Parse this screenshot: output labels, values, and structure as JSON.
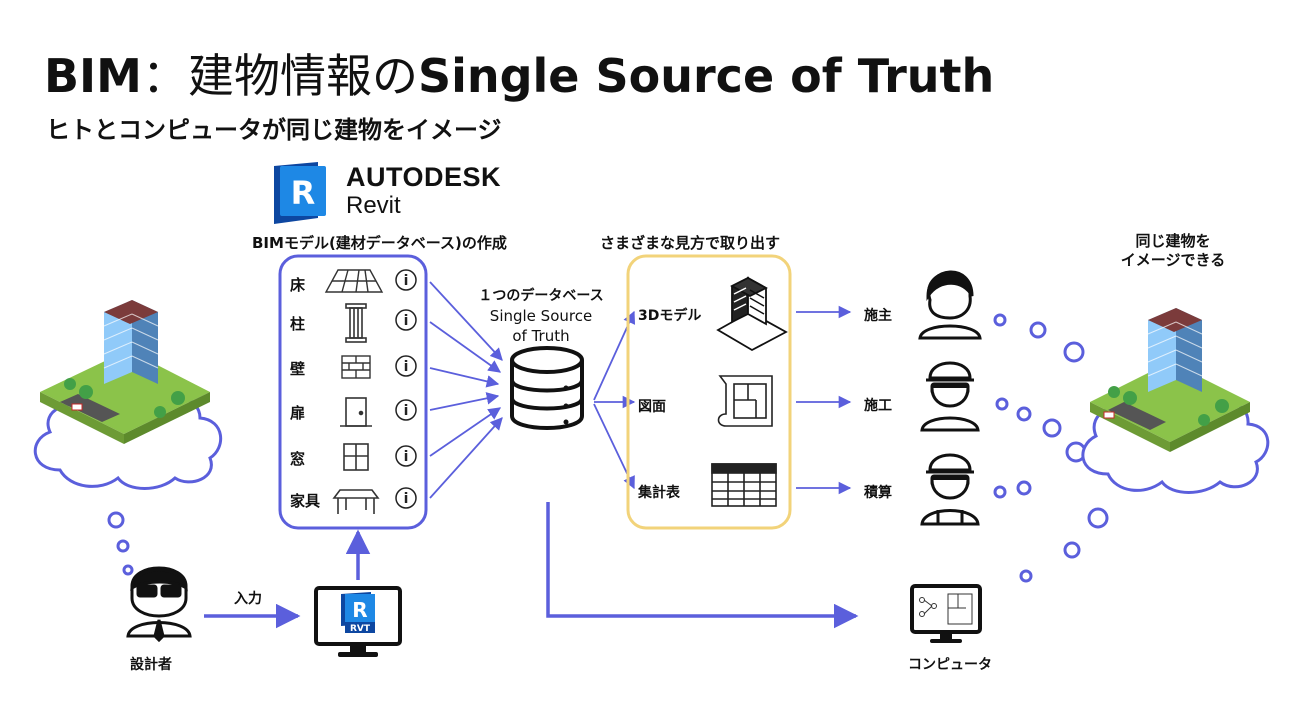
{
  "title": {
    "bim": "BIM",
    "colon": "：",
    "jp": "建物情報の",
    "en": "Single Source of Truth"
  },
  "subtitle": "ヒトとコンピュータが同じ建物をイメージ",
  "brand": {
    "line1": "AUTODESK",
    "line2": "Revit",
    "logo_letter": "R"
  },
  "model_label": "BIMモデル(建材データベース)の作成",
  "elements": [
    {
      "label": "床",
      "icon": "floor-icon"
    },
    {
      "label": "柱",
      "icon": "column-icon"
    },
    {
      "label": "壁",
      "icon": "wall-icon"
    },
    {
      "label": "扉",
      "icon": "door-icon"
    },
    {
      "label": "窓",
      "icon": "window-icon"
    },
    {
      "label": "家具",
      "icon": "furniture-icon"
    }
  ],
  "info_glyph": "i",
  "database": {
    "line1": "１つのデータベース",
    "line2": "Single Source",
    "line3": "of Truth"
  },
  "views_label": "さまざまな見方で取り出す",
  "views": [
    {
      "label": "3Dモデル",
      "icon": "building-3d-icon"
    },
    {
      "label": "図面",
      "icon": "blueprint-icon"
    },
    {
      "label": "集計表",
      "icon": "table-icon"
    }
  ],
  "stakeholders": [
    {
      "label": "施主",
      "icon": "woman-avatar-icon"
    },
    {
      "label": "施工",
      "icon": "worker-helmet-icon"
    },
    {
      "label": "積算",
      "icon": "worker-helmet-icon"
    }
  ],
  "same_building": {
    "line1": "同じ建物を",
    "line2": "イメージできる"
  },
  "designer": "設計者",
  "input_label": "入力",
  "rvt_label": "RVT",
  "computer": "コンピュータ",
  "colors": {
    "blue_frame": "#5b5fdc",
    "arrow": "#5b5fdc",
    "yellow_frame": "#f2d37a",
    "revit_blue": "#1565c0"
  }
}
